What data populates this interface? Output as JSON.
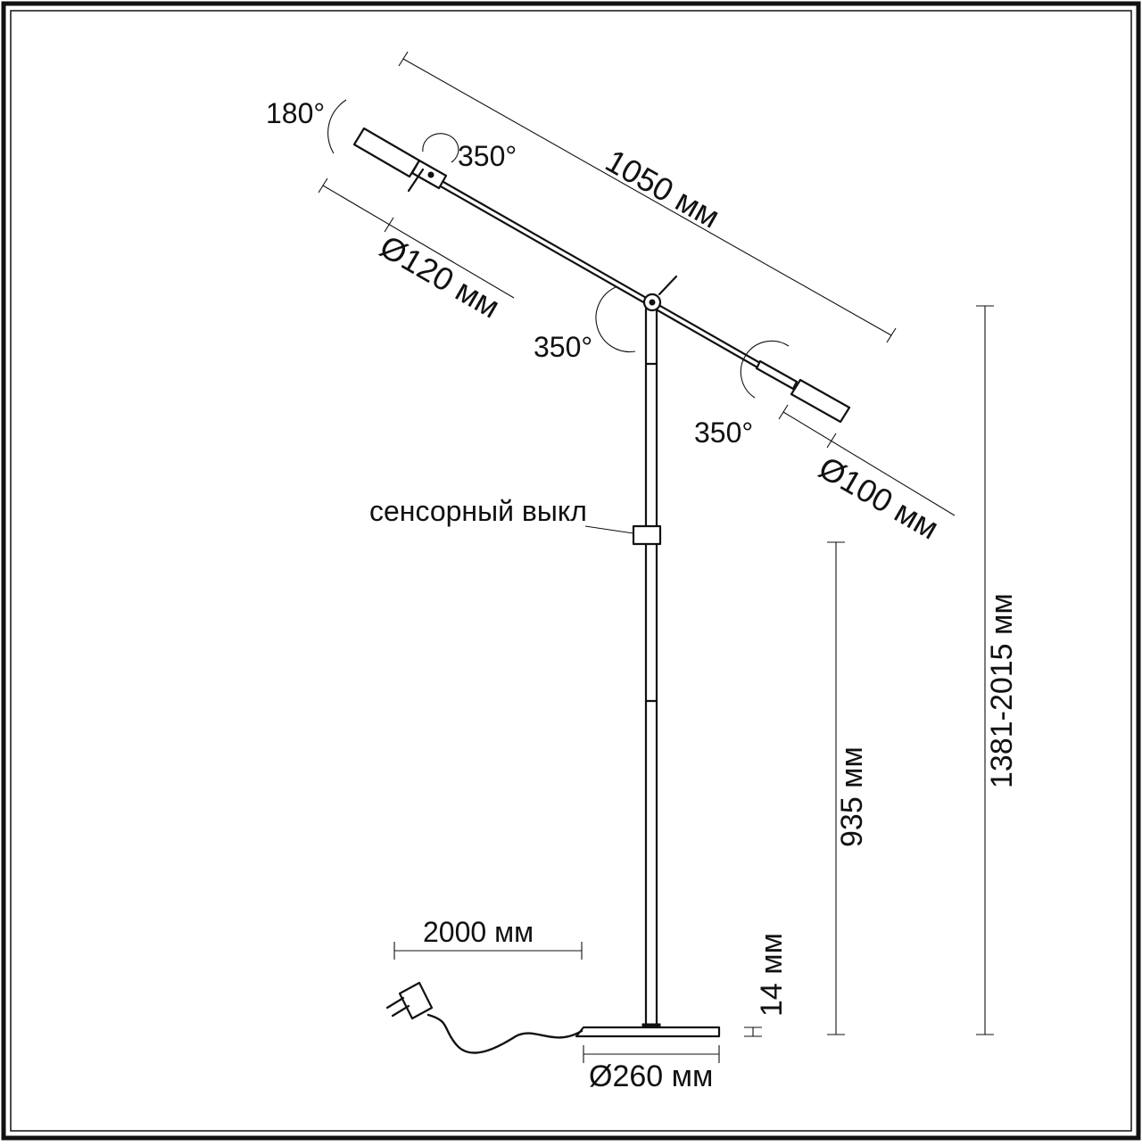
{
  "diagram": {
    "labels": {
      "rotation_head": "180°",
      "rotation_left_joint": "350°",
      "rotation_pivot": "350°",
      "rotation_right_joint": "350°",
      "arm_length": "1050 мм",
      "left_head_diameter": "Ø120 мм",
      "right_head_diameter": "Ø100 мм",
      "touch_switch": "сенсорный выкл",
      "switch_height": "935 мм",
      "total_height": "1381-2015 мм",
      "cable_length": "2000 мм",
      "base_thickness": "14 мм",
      "base_diameter": "Ø260 мм"
    }
  }
}
